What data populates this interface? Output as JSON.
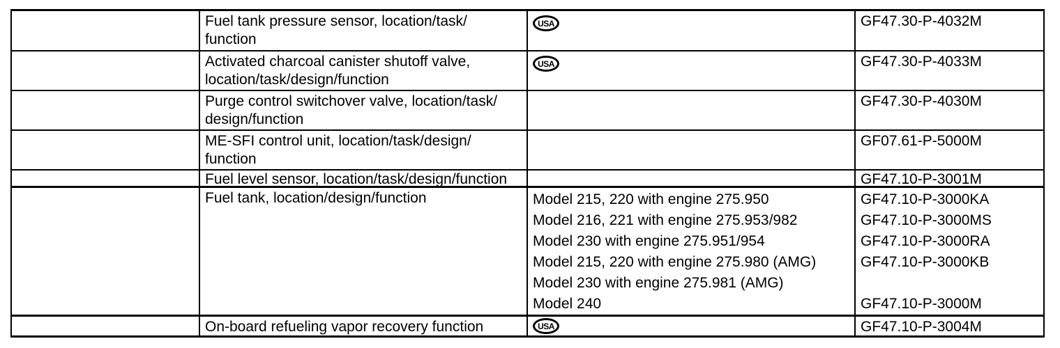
{
  "colors": {
    "border": "#000000",
    "text": "#000000",
    "background": "#ffffff"
  },
  "badge": {
    "label": "USA"
  },
  "table": {
    "rows": [
      {
        "desc": [
          "Fuel tank pressure sensor, location/task/",
          "function"
        ],
        "has_usa_badge": true,
        "code": "GF47.30-P-4032M"
      },
      {
        "desc": [
          "Activated charcoal canister shutoff valve,",
          "location/task/design/function"
        ],
        "has_usa_badge": true,
        "code": "GF47.30-P-4033M"
      },
      {
        "desc": [
          "Purge control switchover valve, location/task/",
          "design/function"
        ],
        "has_usa_badge": false,
        "code": "GF47.30-P-4030M"
      },
      {
        "desc": [
          "ME-SFI control unit, location/task/design/",
          "function"
        ],
        "has_usa_badge": false,
        "code": "GF07.61-P-5000M"
      },
      {
        "desc": [
          "Fuel level sensor, location/task/design/function"
        ],
        "has_usa_badge": false,
        "code": "GF47.10-P-3001M"
      },
      {
        "desc": [
          "Fuel tank, location/design/function"
        ],
        "models": [
          "Model 215, 220 with engine 275.950",
          "Model 216, 221 with engine 275.953/982",
          "Model 230 with engine 275.951/954",
          "Model 215, 220 with engine 275.980 (AMG)",
          "Model 230 with engine 275.981 (AMG)",
          "Model 240"
        ],
        "codes": [
          "GF47.10-P-3000KA",
          "GF47.10-P-3000MS",
          "GF47.10-P-3000RA",
          "GF47.10-P-3000KB",
          "",
          "GF47.10-P-3000M"
        ]
      },
      {
        "desc": [
          "On-board refueling vapor recovery function"
        ],
        "has_usa_badge": true,
        "code": "GF47.10-P-3004M"
      }
    ]
  }
}
